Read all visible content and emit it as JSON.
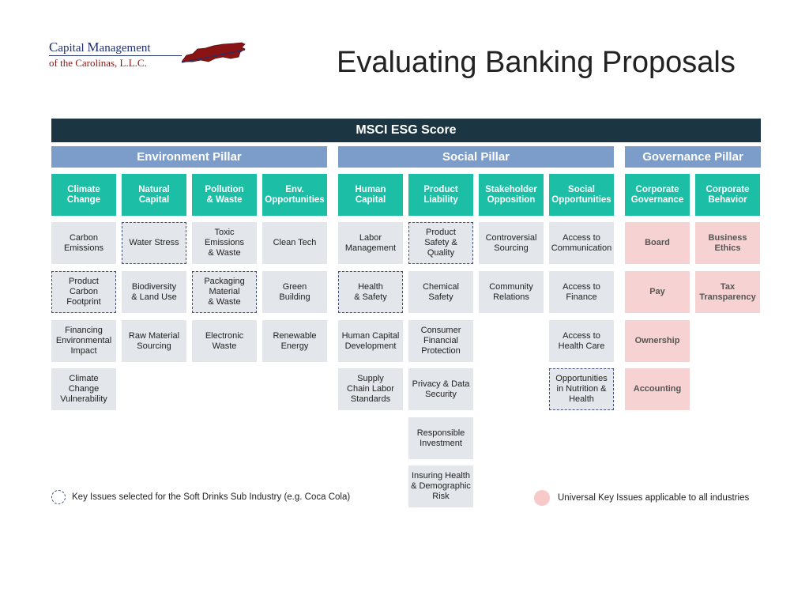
{
  "logo": {
    "line1_c": "C",
    "line1_a": "apital ",
    "line1_m": "M",
    "line1_b": "anagement",
    "line2": "of the Carolinas, L.L.C."
  },
  "page_title": "Evaluating Banking Proposals",
  "diagram": {
    "header": "MSCI ESG Score",
    "pillars": [
      "Environment Pillar",
      "Social Pillar",
      "Governance Pillar"
    ],
    "themes": [
      "Climate\nChange",
      "Natural\nCapital",
      "Pollution\n& Waste",
      "Env.\nOpportunities",
      "Human\nCapital",
      "Product\nLiability",
      "Stakeholder\nOpposition",
      "Social\nOpportunities",
      "Corporate\nGovernance",
      "Corporate\nBehavior"
    ],
    "issues": [
      {
        "col": 0,
        "row": 0,
        "label": "Carbon\nEmissions",
        "type": "normal"
      },
      {
        "col": 0,
        "row": 1,
        "label": "Product\nCarbon\nFootprint",
        "type": "key"
      },
      {
        "col": 0,
        "row": 2,
        "label": "Financing\nEnvironmental\nImpact",
        "type": "normal"
      },
      {
        "col": 0,
        "row": 3,
        "label": "Climate\nChange\nVulnerability",
        "type": "normal"
      },
      {
        "col": 1,
        "row": 0,
        "label": "Water Stress",
        "type": "key"
      },
      {
        "col": 1,
        "row": 1,
        "label": "Biodiversity\n& Land Use",
        "type": "normal"
      },
      {
        "col": 1,
        "row": 2,
        "label": "Raw Material\nSourcing",
        "type": "normal"
      },
      {
        "col": 2,
        "row": 0,
        "label": "Toxic\nEmissions\n& Waste",
        "type": "normal"
      },
      {
        "col": 2,
        "row": 1,
        "label": "Packaging\nMaterial\n& Waste",
        "type": "key"
      },
      {
        "col": 2,
        "row": 2,
        "label": "Electronic\nWaste",
        "type": "normal"
      },
      {
        "col": 3,
        "row": 0,
        "label": "Clean Tech",
        "type": "normal"
      },
      {
        "col": 3,
        "row": 1,
        "label": "Green\nBuilding",
        "type": "normal"
      },
      {
        "col": 3,
        "row": 2,
        "label": "Renewable\nEnergy",
        "type": "normal"
      },
      {
        "col": 4,
        "row": 0,
        "label": "Labor\nManagement",
        "type": "normal"
      },
      {
        "col": 4,
        "row": 1,
        "label": "Health\n& Safety",
        "type": "key"
      },
      {
        "col": 4,
        "row": 2,
        "label": "Human Capital\nDevelopment",
        "type": "normal"
      },
      {
        "col": 4,
        "row": 3,
        "label": "Supply\nChain Labor\nStandards",
        "type": "normal"
      },
      {
        "col": 5,
        "row": 0,
        "label": "Product\nSafety &\nQuality",
        "type": "key"
      },
      {
        "col": 5,
        "row": 1,
        "label": "Chemical\nSafety",
        "type": "normal"
      },
      {
        "col": 5,
        "row": 2,
        "label": "Consumer\nFinancial\nProtection",
        "type": "normal"
      },
      {
        "col": 5,
        "row": 3,
        "label": "Privacy & Data\nSecurity",
        "type": "normal"
      },
      {
        "col": 5,
        "row": 4,
        "label": "Responsible\nInvestment",
        "type": "normal"
      },
      {
        "col": 5,
        "row": 5,
        "label": "Insuring Health\n& Demographic\nRisk",
        "type": "normal"
      },
      {
        "col": 6,
        "row": 0,
        "label": "Controversial\nSourcing",
        "type": "normal"
      },
      {
        "col": 6,
        "row": 1,
        "label": "Community\nRelations",
        "type": "normal"
      },
      {
        "col": 7,
        "row": 0,
        "label": "Access to\nCommunication",
        "type": "normal"
      },
      {
        "col": 7,
        "row": 1,
        "label": "Access to\nFinance",
        "type": "normal"
      },
      {
        "col": 7,
        "row": 2,
        "label": "Access to\nHealth Care",
        "type": "normal"
      },
      {
        "col": 7,
        "row": 3,
        "label": "Opportunities\nin Nutrition &\nHealth",
        "type": "key"
      },
      {
        "col": 8,
        "row": 0,
        "label": "Board",
        "type": "universal"
      },
      {
        "col": 8,
        "row": 1,
        "label": "Pay",
        "type": "universal"
      },
      {
        "col": 8,
        "row": 2,
        "label": "Ownership",
        "type": "universal"
      },
      {
        "col": 8,
        "row": 3,
        "label": "Accounting",
        "type": "universal"
      },
      {
        "col": 9,
        "row": 0,
        "label": "Business\nEthics",
        "type": "universal"
      },
      {
        "col": 9,
        "row": 1,
        "label": "Tax\nTransparency",
        "type": "universal"
      }
    ]
  },
  "legend": {
    "key_issues": "Key Issues selected for the Soft Drinks Sub Industry (e.g. Coca Cola)",
    "universal": "Universal Key Issues applicable to all industries"
  },
  "colors": {
    "header": "#1b3642",
    "pillar": "#7c9cc9",
    "theme": "#1cbfa6",
    "issue": "#e3e6ea",
    "universal": "#f7d2d2",
    "logo_map": "#8a1414"
  }
}
